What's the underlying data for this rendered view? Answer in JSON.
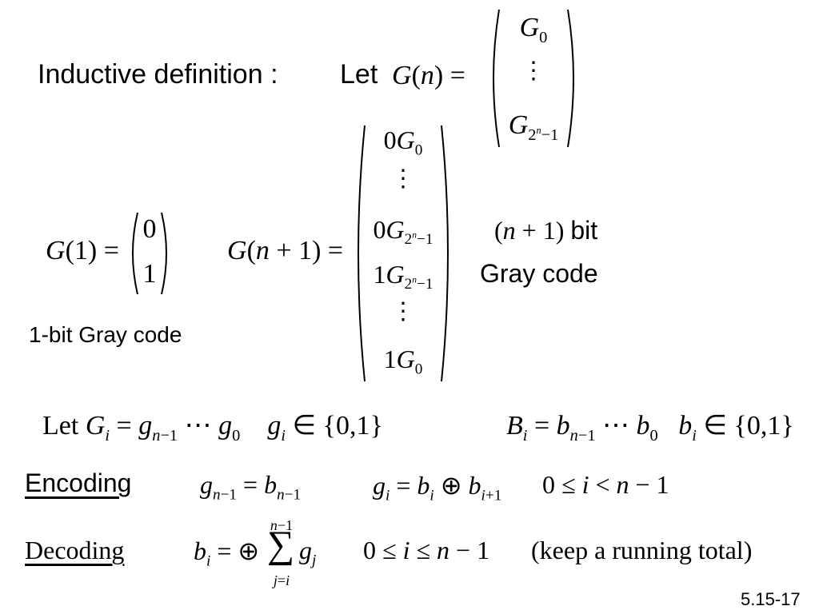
{
  "title": {
    "text": "Inductive definition :",
    "let": "Let"
  },
  "matrix_top": {
    "lhs": "G(n) =",
    "row0": "G",
    "row0_sub": "0",
    "row_last": "G",
    "row_last_sub": "2",
    "row_last_sup": "n",
    "row_last_tail": "−1"
  },
  "base": {
    "lhs": "G(1) =",
    "rows": [
      "0",
      "1"
    ],
    "caption": "1-bit Gray code"
  },
  "step": {
    "lhs": "G(n+1) =",
    "rows": [
      {
        "prefix": "0",
        "sub": "0"
      },
      {
        "prefix": "0",
        "sub": "2",
        "sup": "n",
        "tail": "−1"
      },
      {
        "prefix": "1",
        "sub": "2",
        "sup": "n",
        "tail": "−1"
      },
      {
        "prefix": "1",
        "sub": "0"
      }
    ],
    "cap_math": "(n+1)",
    "cap_bit": "bit",
    "cap_line2": "Gray code"
  },
  "defs": {
    "let": "Let",
    "g_def": "G",
    "g_rhs": "= g",
    "g_in": "∈ {0,1}",
    "b_def": "B",
    "b_in": "∈ {0,1}"
  },
  "encoding": {
    "label": "Encoding",
    "cond": "0 ≤ i < n − 1"
  },
  "decoding": {
    "label": "Decoding",
    "cond": "0 ≤ i ≤ n − 1",
    "note": "(keep a running total)"
  },
  "slide_number": "5.15-17"
}
